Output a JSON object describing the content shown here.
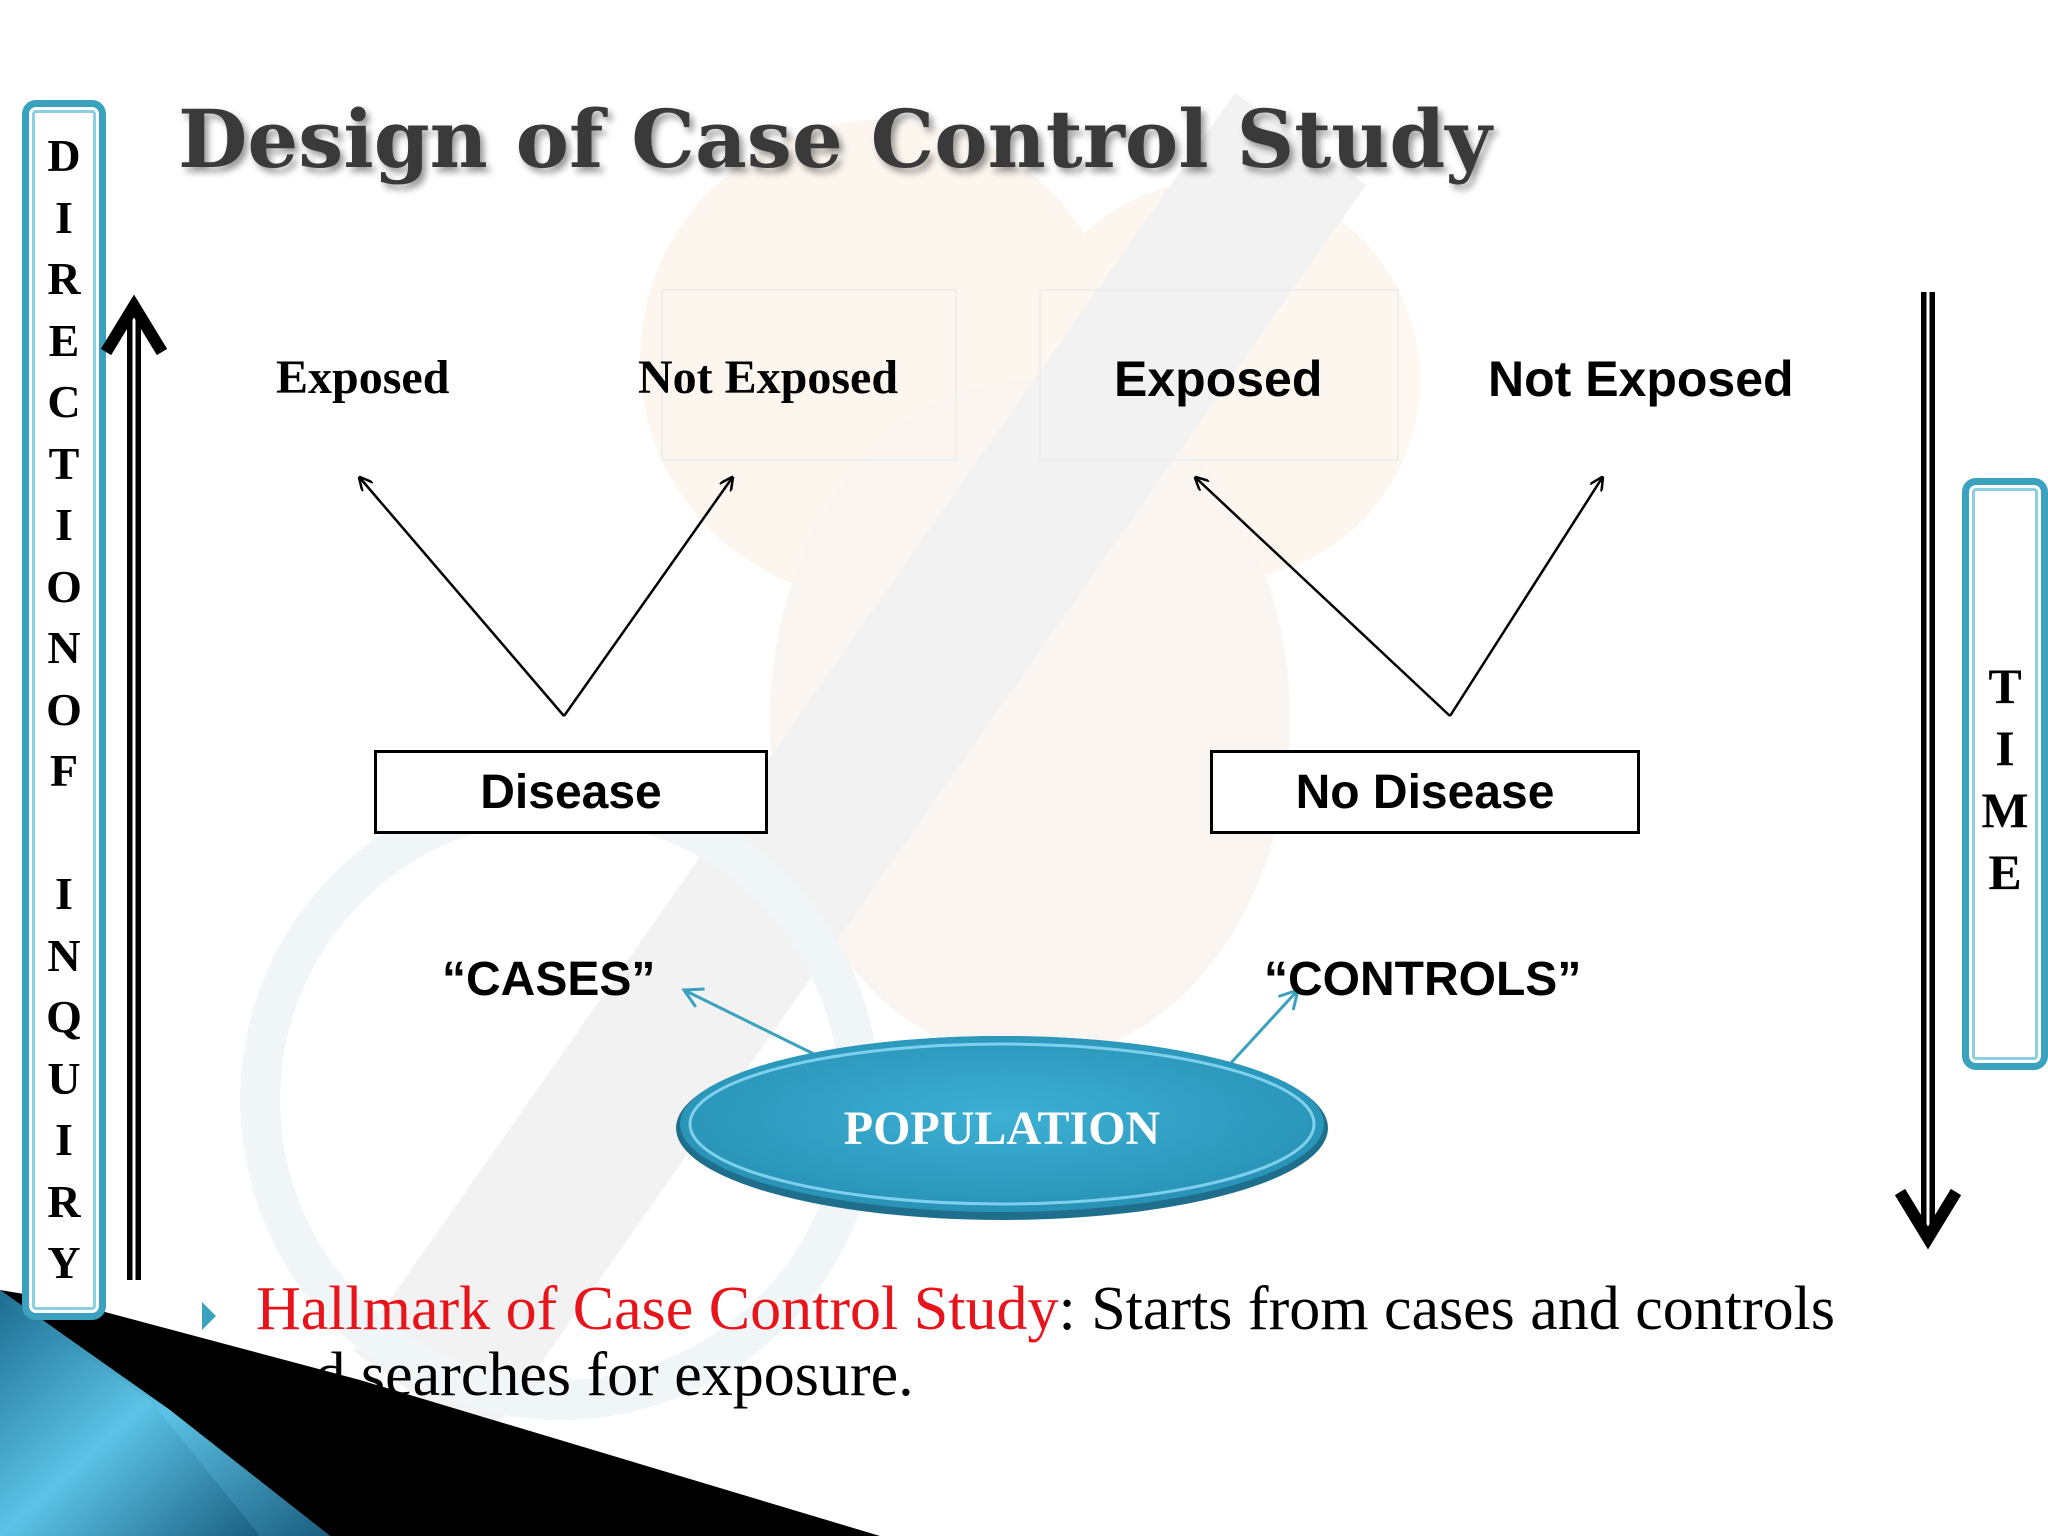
{
  "slide": {
    "title": "Design of Case Control Study",
    "direction_label": [
      "D",
      "I",
      "R",
      "E",
      "C",
      "T",
      "I",
      "O",
      "N",
      "O",
      "F",
      "",
      "I",
      "N",
      "Q",
      "U",
      "I",
      "R",
      "Y"
    ],
    "time_label": [
      "T",
      "I",
      "M",
      "E"
    ]
  },
  "diagram": {
    "left_branch": {
      "left": "Exposed",
      "right": "Not Exposed"
    },
    "right_branch": {
      "left": "Exposed",
      "right": "Not Exposed"
    },
    "disease_box": "Disease",
    "no_disease_box": "No Disease",
    "cases_label": "“CASES”",
    "controls_label": "“CONTROLS”",
    "population": "POPULATION"
  },
  "bullet": {
    "highlight": "Hallmark of Case Control Study",
    "line1_rest": ":  Starts from cases and controls",
    "line2": "and searches for exposure."
  },
  "colors": {
    "accent": "#3aa1bf",
    "population_fill": "#2e9ec1",
    "highlight": "#e8141c"
  }
}
